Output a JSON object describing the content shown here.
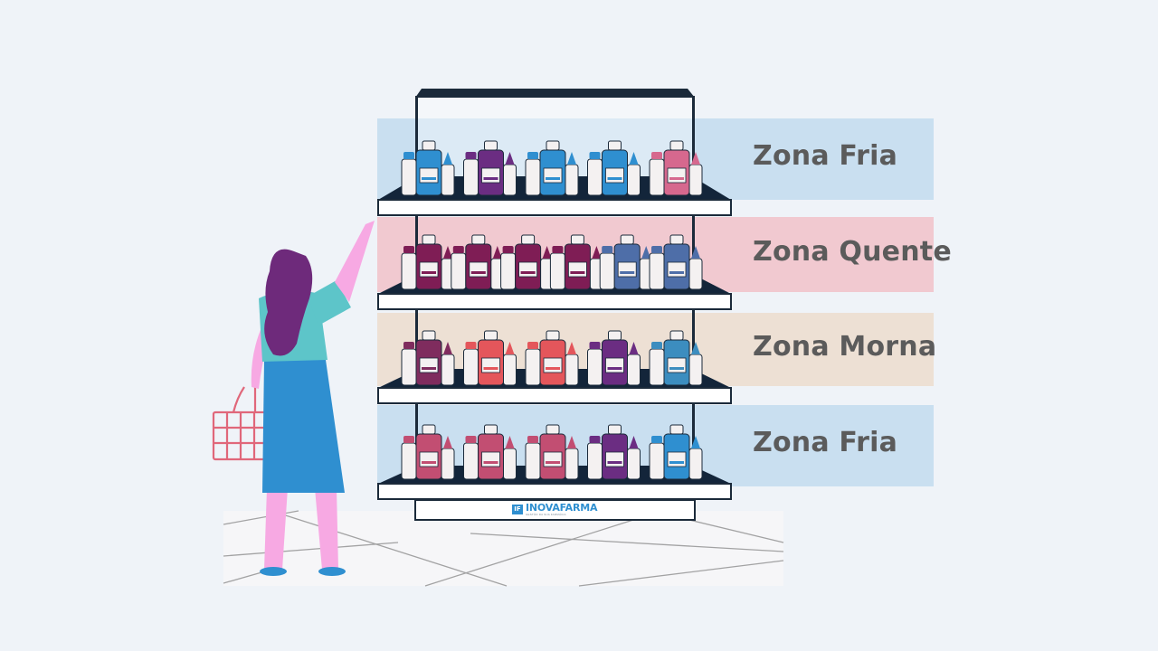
{
  "zones": [
    {
      "label": "Zona Fria",
      "color": "#c9dff0",
      "products": [
        "#2f8fd0",
        "#6b2d82",
        "#2f8fd0",
        "#2f8fd0",
        "#d6688e"
      ]
    },
    {
      "label": "Zona Quente",
      "color": "#f1c9d0",
      "products": [
        "#7f1d55",
        "#7f1d55",
        "#7f1d55",
        "#7f1d55",
        "#4e6ea8",
        "#4e6ea8"
      ]
    },
    {
      "label": "Zona Morna",
      "color": "#ede0d4",
      "products": [
        "#7f2c5e",
        "#e4565b",
        "#e4565b",
        "#6b2d82",
        "#3c8dbf"
      ]
    },
    {
      "label": "Zona Fria",
      "color": "#c9dff0",
      "products": [
        "#c24e72",
        "#c24e72",
        "#c24e72",
        "#6b2d82",
        "#2f8fd0"
      ]
    }
  ],
  "brand": {
    "name": "INOVAFARMA",
    "badge": "IF",
    "tagline": "GESTÃO DA SUA FARMÁCIA",
    "color": "#2f8fd0"
  },
  "icons": {
    "shopper": "shopper-illustration",
    "basket": "basket-icon",
    "shelf": "shelf-unit"
  }
}
